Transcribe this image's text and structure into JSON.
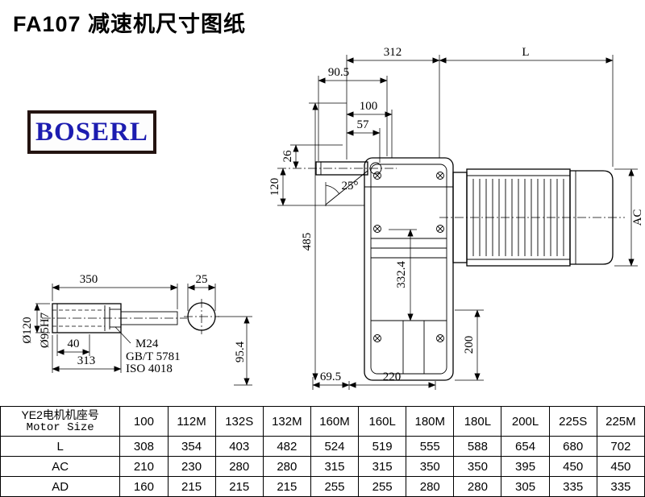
{
  "header": {
    "title": "FA107 减速机尺寸图纸"
  },
  "logo": {
    "text": "BOSERL"
  },
  "drawing": {
    "main_view": {
      "dim_312": "312",
      "dim_L": "L",
      "dim_90_5": "90.5",
      "dim_100": "100",
      "dim_57": "57",
      "dim_26": "26",
      "dim_120": "120",
      "dim_angle": "25°",
      "dim_485": "485",
      "dim_332_4": "332.4",
      "dim_AC": "AC",
      "dim_200": "200",
      "dim_69_5": "69.5",
      "dim_220": "220"
    },
    "shaft_view": {
      "dim_350": "350",
      "dim_25": "25",
      "dim_dia120": "Ø120",
      "dim_dia95": "Ø95H7",
      "dim_40": "40",
      "dim_313": "313",
      "thread_label": "M24",
      "standard_1": "GB/T 5781",
      "standard_2": "ISO 4018",
      "dim_95_4": "95.4"
    }
  },
  "table": {
    "size_label_cn": "YE2电机机座号",
    "size_label_en": "Motor Size",
    "columns": [
      "100",
      "112M",
      "132S",
      "132M",
      "160M",
      "160L",
      "180M",
      "180L",
      "200L",
      "225S",
      "225M"
    ],
    "rows": [
      {
        "label": "L",
        "values": [
          "308",
          "354",
          "403",
          "482",
          "524",
          "519",
          "555",
          "588",
          "654",
          "680",
          "702"
        ]
      },
      {
        "label": "AC",
        "values": [
          "210",
          "230",
          "280",
          "280",
          "315",
          "315",
          "350",
          "350",
          "395",
          "450",
          "450"
        ]
      },
      {
        "label": "AD",
        "values": [
          "160",
          "215",
          "215",
          "215",
          "255",
          "255",
          "280",
          "280",
          "305",
          "335",
          "335"
        ]
      }
    ]
  }
}
